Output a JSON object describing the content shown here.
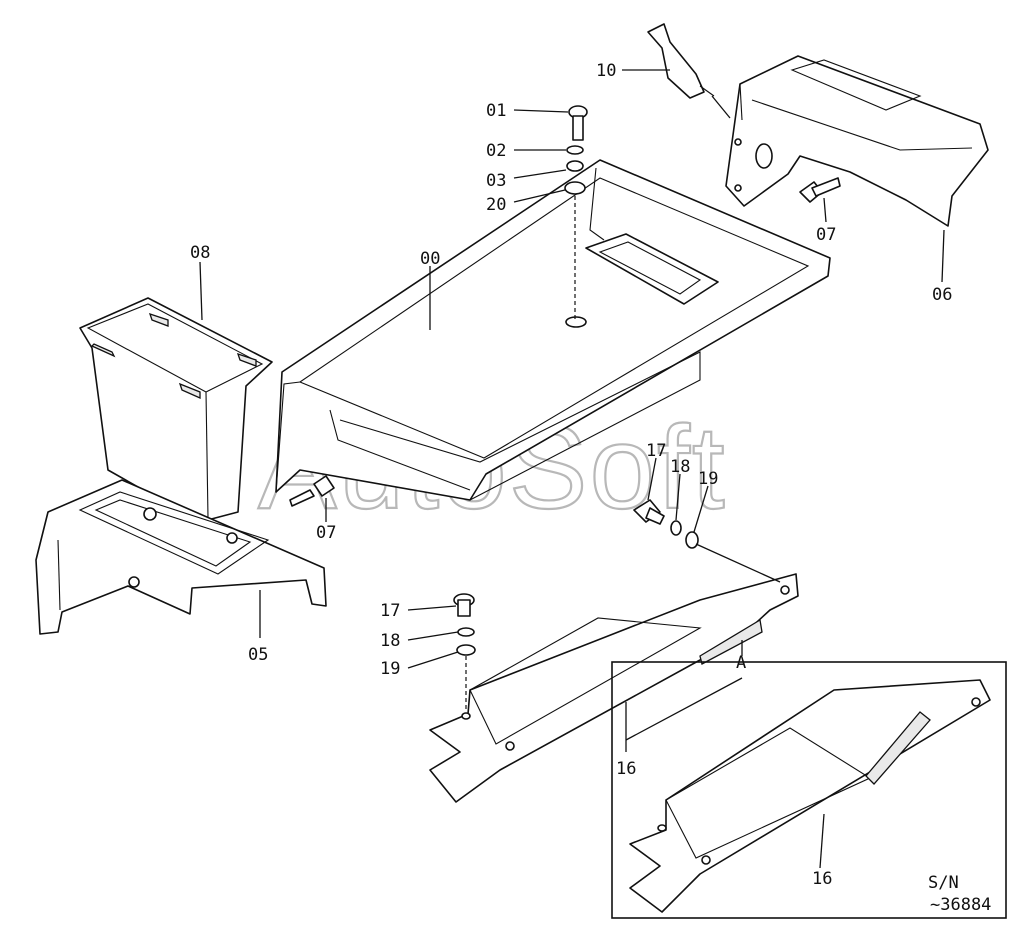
{
  "watermark": "AutoSoft",
  "labels": {
    "p00": "00",
    "p01": "01",
    "p02": "02",
    "p03": "03",
    "p20": "20",
    "p05": "05",
    "p06": "06",
    "p07a": "07",
    "p07b": "07",
    "p08": "08",
    "p10": "10",
    "p16a": "16",
    "p16b": "16",
    "p17a": "17",
    "p17b": "17",
    "p18a": "18",
    "p18b": "18",
    "p19a": "19",
    "p19b": "19",
    "viewA": "A"
  },
  "inset": {
    "sn_label": "S/N",
    "sn_value": "~36884"
  }
}
